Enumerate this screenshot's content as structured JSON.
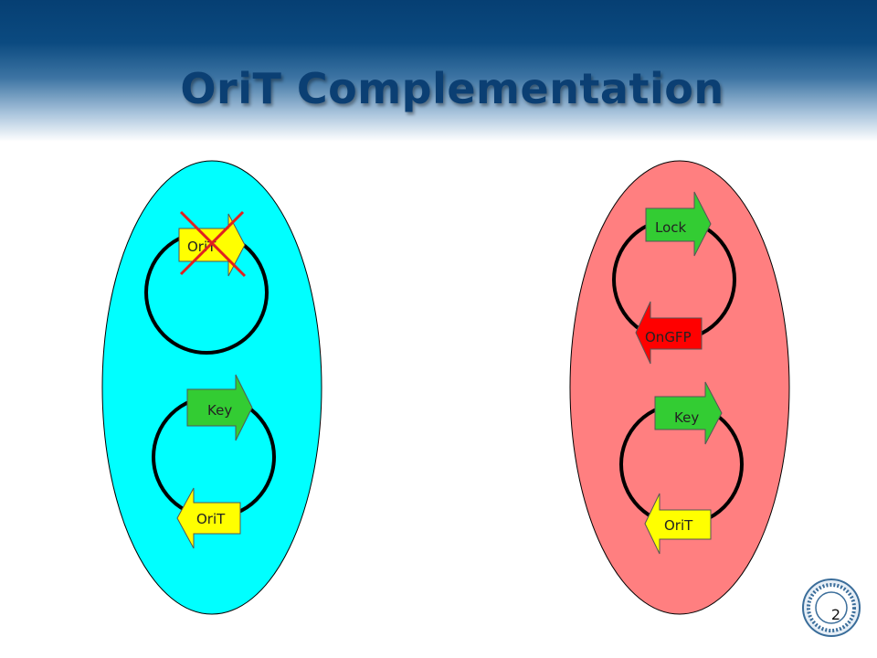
{
  "slide": {
    "title": "OriT Complementation",
    "page_number": "2"
  },
  "colors": {
    "left_cell": "#00ffff",
    "right_cell": "#ff7f80",
    "yellow_arrow": "#ffff00",
    "green_arrow": "#33cc33",
    "red_arrow": "#ff0000",
    "cross": "#e02020"
  },
  "left_cell": {
    "plasmid_top": {
      "arrow_label": "OriT",
      "crossed_out": true
    },
    "plasmid_bottom": {
      "arrow_top_label": "Key",
      "arrow_bottom_label": "OriT"
    }
  },
  "right_cell": {
    "plasmid_top": {
      "arrow_top_label": "Lock",
      "arrow_bottom_label": "OnGFP"
    },
    "plasmid_bottom": {
      "arrow_top_label": "Key",
      "arrow_bottom_label": "OriT"
    }
  },
  "logo": {
    "name": "university-seal-icon"
  }
}
